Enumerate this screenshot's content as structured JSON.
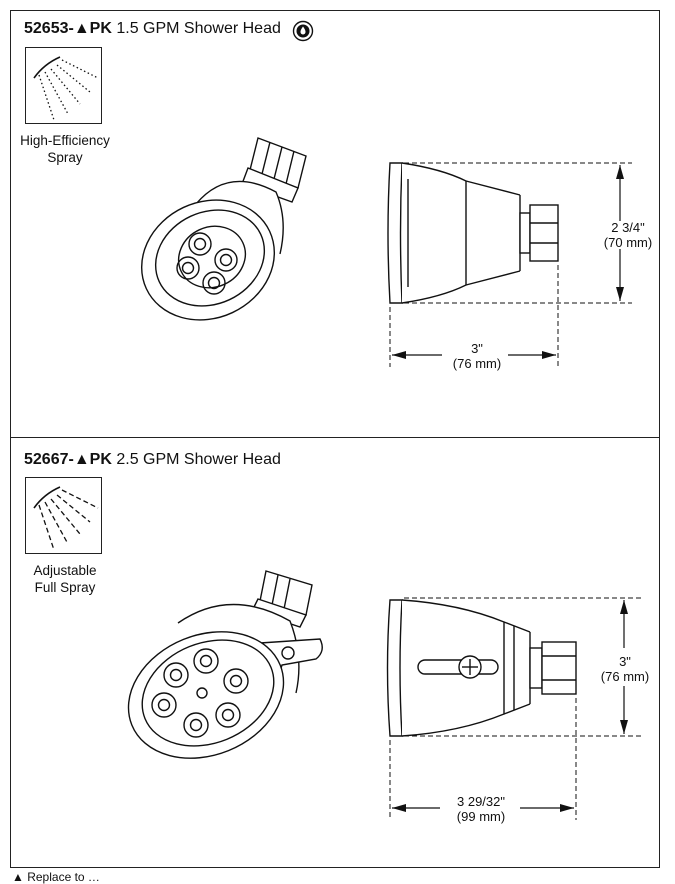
{
  "products": [
    {
      "model_number": "52653-",
      "model_suffix": "▲PK",
      "description": "1.5 GPM Shower Head",
      "spray_label_line1": "High-Efficiency",
      "spray_label_line2": "Spray",
      "height_dim": "2 3/4\"",
      "height_dim_mm": "(70 mm)",
      "width_dim": "3\"",
      "width_dim_mm": "(76 mm)"
    },
    {
      "model_number": "52667-",
      "model_suffix": "▲PK",
      "description": "2.5 GPM Shower Head",
      "spray_label_line1": "Adjustable",
      "spray_label_line2": "Full Spray",
      "height_dim": "3\"",
      "height_dim_mm": "(76 mm)",
      "width_dim": "3 29/32\"",
      "width_dim_mm": "(99 mm)"
    }
  ],
  "footnote": "▲ Replace to …",
  "icons": [
    "watersense-icon",
    "high-efficiency-spray-icon",
    "adjustable-full-spray-icon",
    "shower-head-drawing",
    "dimension-arrow"
  ]
}
